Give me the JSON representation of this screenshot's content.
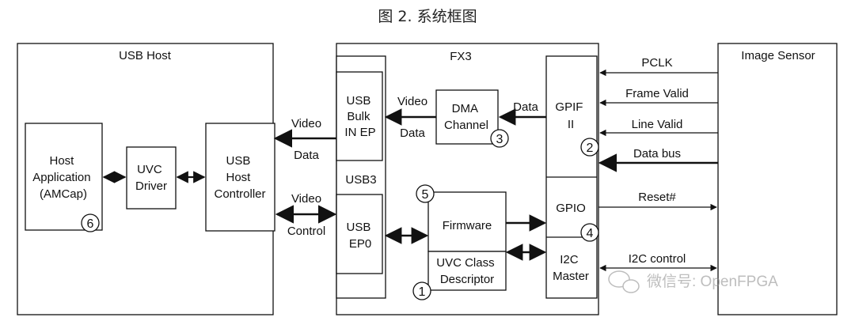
{
  "figure": {
    "caption": "图 2. 系统框图"
  },
  "blocks": {
    "usb_host": "USB Host",
    "fx3": "FX3",
    "image_sensor": "Image Sensor",
    "host_app": [
      "Host",
      "Application",
      "(AMCap)"
    ],
    "uvc_driver": [
      "UVC",
      "Driver"
    ],
    "usb_host_controller": [
      "USB",
      "Host",
      "Controller"
    ],
    "usb_bulk_in_ep": [
      "USB",
      "Bulk",
      "IN EP"
    ],
    "usb3": "USB3",
    "usb_ep0": [
      "USB",
      "EP0"
    ],
    "dma_channel": [
      "DMA",
      "Channel"
    ],
    "firmware": "Firmware",
    "uvc_class_descriptor": [
      "UVC Class",
      "Descriptor"
    ],
    "gpif": [
      "GPIF",
      "II"
    ],
    "gpio": "GPIO",
    "i2c_master": [
      "I2C",
      "Master"
    ]
  },
  "labels": {
    "video_top": "Video",
    "data_top": "Data",
    "video_bottom": "Video",
    "control_bottom": "Control",
    "bulk_video": "Video",
    "bulk_data": "Data",
    "dma_data": "Data",
    "pclk": "PCLK",
    "frame_valid": "Frame Valid",
    "line_valid": "Line Valid",
    "data_bus": "Data bus",
    "reset": "Reset#",
    "i2c_control": "I2C control"
  },
  "markers": {
    "m1": "1",
    "m2": "2",
    "m3": "3",
    "m4": "4",
    "m5": "5",
    "m6": "6"
  },
  "watermark": "微信号: OpenFPGA"
}
